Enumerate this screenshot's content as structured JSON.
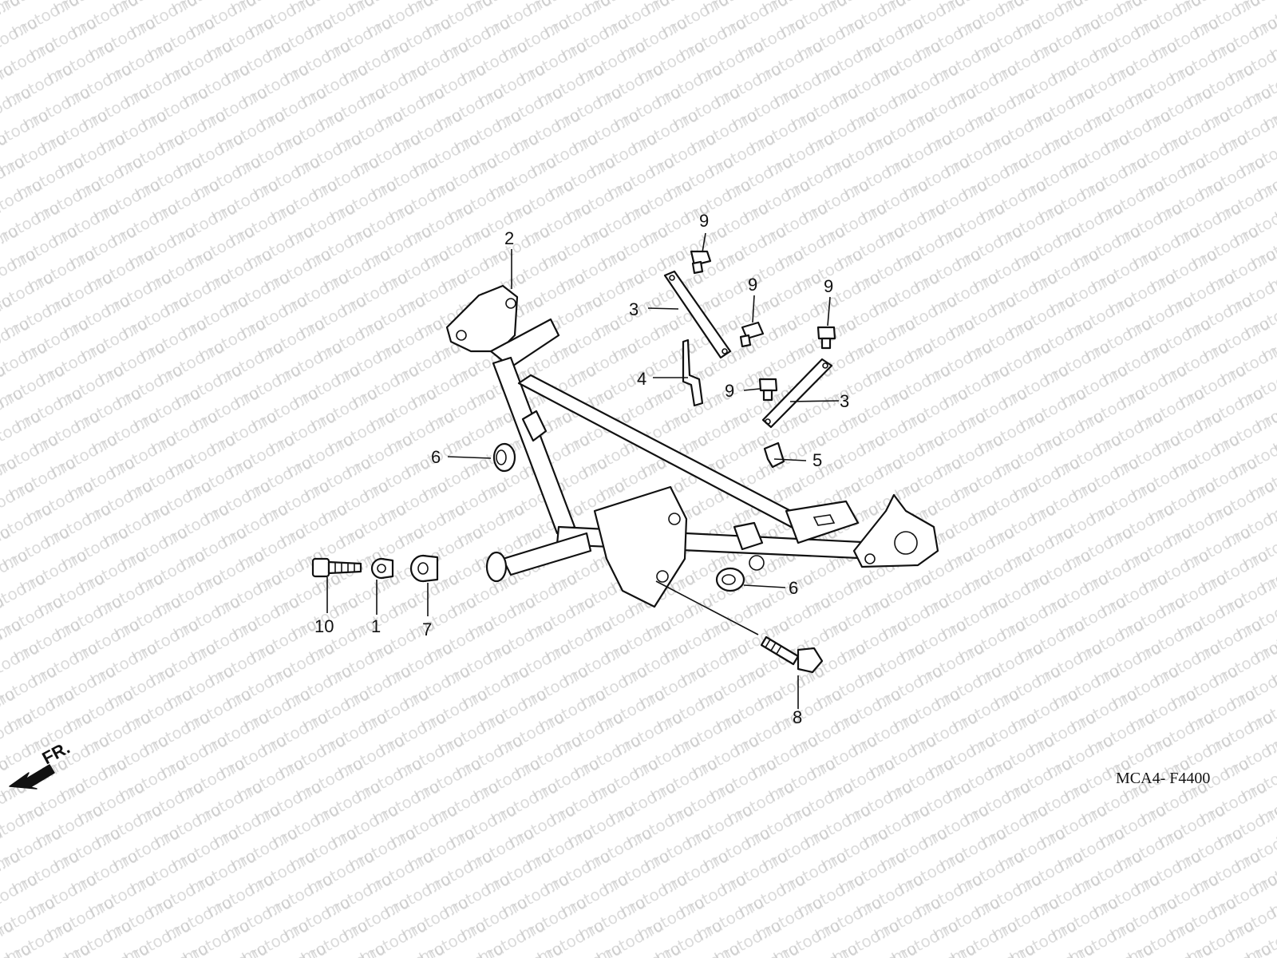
{
  "watermark": "motod.ru",
  "diagram_code": "MCA4- F4400",
  "front_label": "FR.",
  "callouts": {
    "c1": "1",
    "c2": "2",
    "c3a": "3",
    "c3b": "3",
    "c4": "4",
    "c5": "5",
    "c6a": "6",
    "c6b": "6",
    "c7": "7",
    "c8": "8",
    "c9a": "9",
    "c9b": "9",
    "c9c": "9",
    "c9d": "9",
    "c10": "10"
  }
}
